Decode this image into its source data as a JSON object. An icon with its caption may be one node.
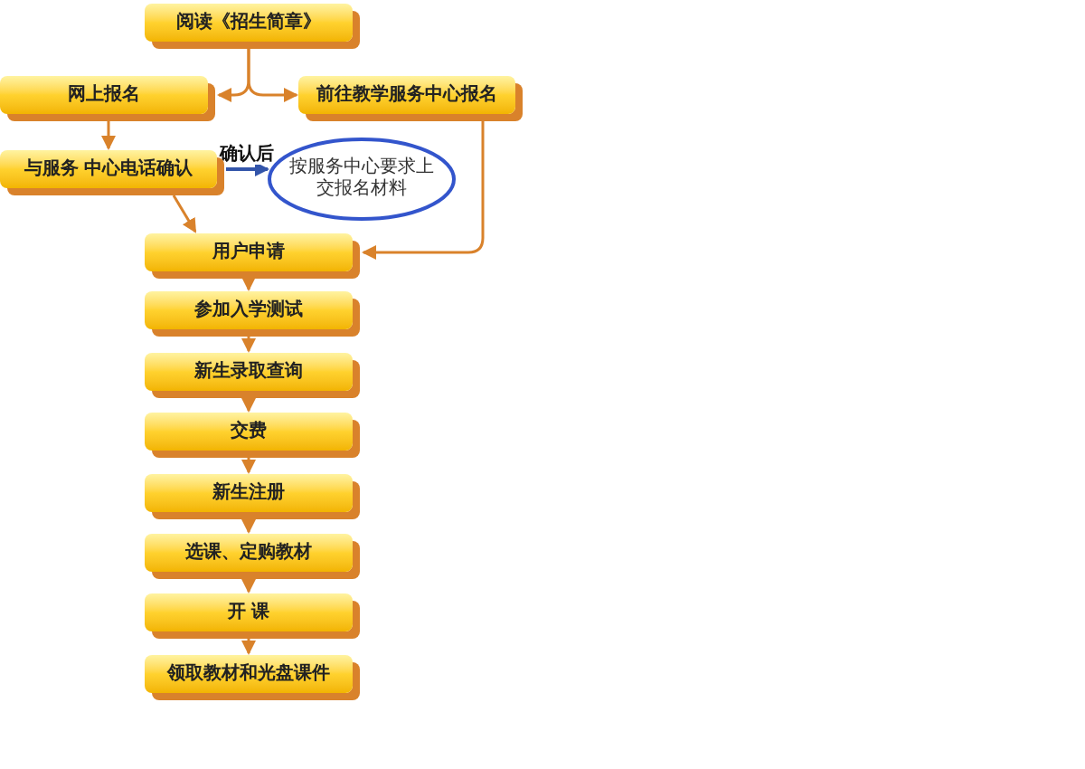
{
  "diagram": {
    "nodes": [
      {
        "text": [
          "阅读《招生简章》"
        ]
      },
      {
        "text": [
          "网上报名"
        ]
      },
      {
        "text": [
          "前往教学服务中心报名"
        ]
      },
      {
        "text": [
          "与服务 中心电话确认"
        ]
      },
      {
        "text": [
          "按服务中心要求上交报名材料"
        ]
      },
      {
        "text": [
          "用户申请"
        ]
      },
      {
        "text": [
          "参加入学测试"
        ]
      },
      {
        "text": [
          "新生录取查询"
        ]
      },
      {
        "text": [
          "交费"
        ]
      },
      {
        "text": [
          "新生注册"
        ]
      },
      {
        "text": [
          "选课、定购教材"
        ]
      },
      {
        "text": [
          "开 课"
        ]
      },
      {
        "text": [
          "领取教材和光盘课件"
        ]
      }
    ],
    "edges": [
      {
        "from": 0,
        "to": 1,
        "arrow": "to"
      },
      {
        "from": 0,
        "to": 2,
        "arrow": "to"
      },
      {
        "from": 1,
        "to": 3,
        "arrow": "to"
      },
      {
        "from": 3,
        "to": 4,
        "arrow": "to",
        "label": "确认后",
        "color": "#3355aa"
      },
      {
        "from": 3,
        "to": 5,
        "arrow": "to"
      },
      {
        "from": 2,
        "to": 5,
        "arrow": "to"
      },
      {
        "from": 5,
        "to": 6,
        "arrow": "to"
      },
      {
        "from": 6,
        "to": 7,
        "arrow": "to"
      },
      {
        "from": 7,
        "to": 8,
        "arrow": "to"
      },
      {
        "from": 8,
        "to": 9,
        "arrow": "to"
      },
      {
        "from": 9,
        "to": 10,
        "arrow": "to"
      },
      {
        "from": 10,
        "to": 11,
        "arrow": "to"
      },
      {
        "from": 11,
        "to": 12,
        "arrow": "to"
      }
    ]
  }
}
